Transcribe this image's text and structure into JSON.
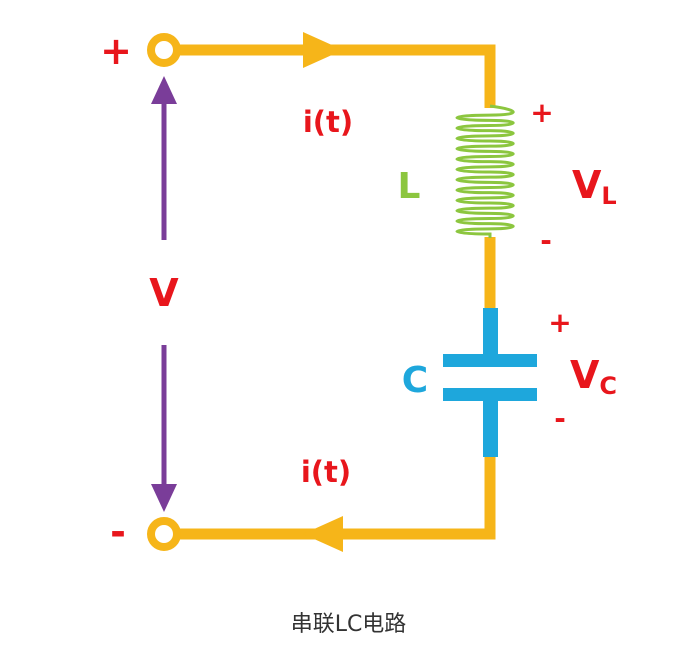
{
  "colors": {
    "wire": "#F6B519",
    "label_red": "#E8161C",
    "inductor_green": "#8CC63F",
    "capacitor_blue": "#1EA7DC",
    "arrow_purple": "#7A3D99",
    "caption": "#333333"
  },
  "labels": {
    "source_plus": "+",
    "source_minus": "-",
    "source_voltage": "V",
    "current_top": "i(t)",
    "current_bottom": "i(t)",
    "inductor": "L",
    "inductor_plus": "+",
    "inductor_minus": "-",
    "inductor_voltage": "V",
    "inductor_voltage_sub": "L",
    "capacitor": "C",
    "capacitor_plus": "+",
    "capacitor_minus": "-",
    "capacitor_voltage": "V",
    "capacitor_voltage_sub": "C"
  },
  "caption": "串联LC电路"
}
